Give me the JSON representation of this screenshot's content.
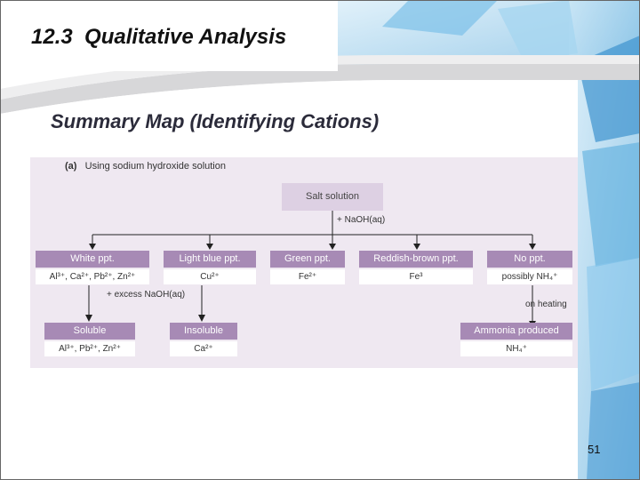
{
  "slide": {
    "title": "12.3  Qualitative Analysis",
    "subtitle": "Summary Map (Identifying Cations)",
    "page_number": "51"
  },
  "diagram": {
    "panel_label_letter": "(a)",
    "panel_label_text": "Using sodium hydroxide solution",
    "start_node": "Salt solution",
    "reagent_main": "+ NaOH(aq)",
    "precipitates": [
      {
        "label": "White ppt.",
        "ions": "Al³⁺, Ca²⁺, Pb²⁺, Zn²⁺"
      },
      {
        "label": "Light blue ppt.",
        "ions": "Cu²⁺"
      },
      {
        "label": "Green ppt.",
        "ions": "Fe²⁺"
      },
      {
        "label": "Reddish-brown ppt.",
        "ions": "Fe³"
      },
      {
        "label": "No ppt.",
        "ions": "possibly NH₄⁺"
      }
    ],
    "reagent_excess": "+ excess NaOH(aq)",
    "reagent_heat": "on heating",
    "results": [
      {
        "label": "Soluble",
        "ions": "Al³⁺, Pb²⁺, Zn²⁺"
      },
      {
        "label": "Insoluble",
        "ions": "Ca²⁺"
      },
      {
        "label": "Ammonia produced",
        "ions": "NH₄⁺"
      }
    ]
  },
  "colors": {
    "node_header": "#a78ab5",
    "panel_bg": "#efe8f1",
    "start_node_bg": "#ddd0e3",
    "line": "#222222"
  }
}
